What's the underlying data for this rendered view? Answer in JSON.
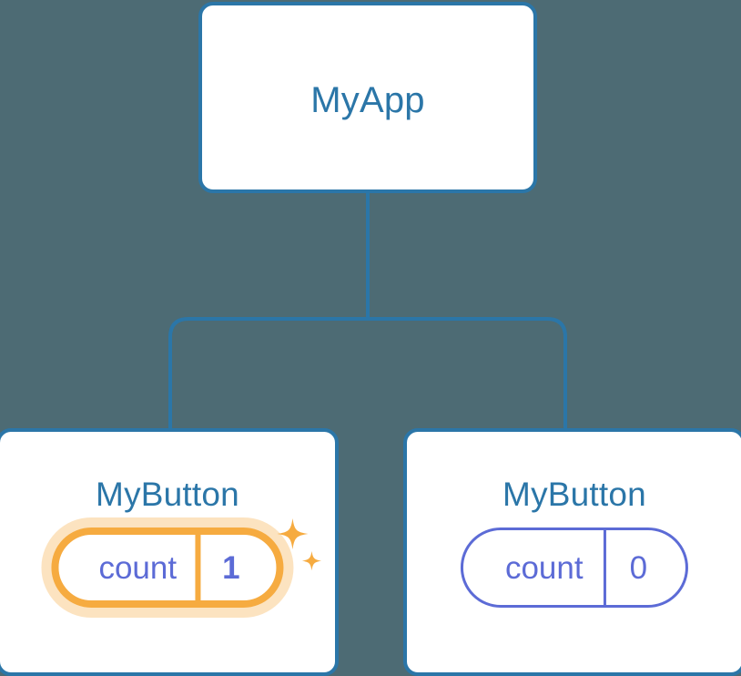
{
  "diagram": {
    "type": "component-tree",
    "background_color": "#4d6b74",
    "node_border_color": "#2b76a8",
    "connector_color": "#2b76a8",
    "accent_highlight_color": "#f6ab40",
    "accent_value_color": "#5c6bd6"
  },
  "root": {
    "label": "MyApp"
  },
  "children": [
    {
      "label": "MyButton",
      "state": {
        "key": "count",
        "value": "1"
      },
      "highlighted": true,
      "sparkle_icon": "sparkles-icon"
    },
    {
      "label": "MyButton",
      "state": {
        "key": "count",
        "value": "0"
      },
      "highlighted": false
    }
  ]
}
